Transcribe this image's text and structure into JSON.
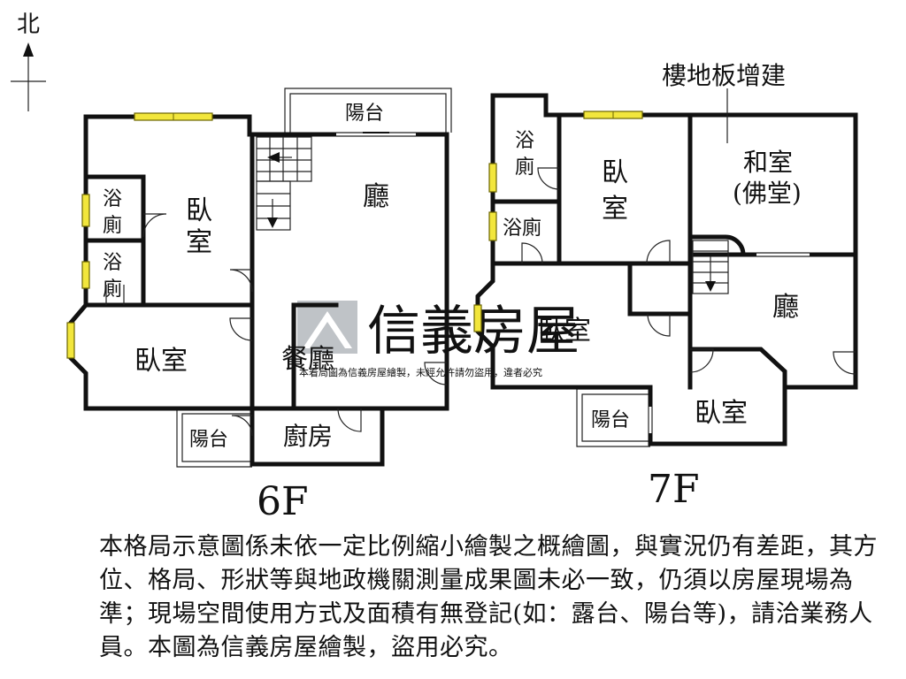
{
  "compass": {
    "label": "北"
  },
  "floors": {
    "f6": {
      "label": "6F",
      "rooms": {
        "bath1": [
          "浴",
          "廁"
        ],
        "bath2": [
          "浴",
          "廁"
        ],
        "bedroom_upper": [
          "臥",
          "室"
        ],
        "bedroom_lower": "臥室",
        "balcony_top": "陽台",
        "living": "廳",
        "dining": "餐廳",
        "balcony_bottom": "陽台",
        "kitchen": "廚房"
      }
    },
    "f7": {
      "label": "7F",
      "annotation": "樓地板增建",
      "rooms": {
        "bath1": [
          "浴",
          "廁"
        ],
        "bath2": "浴廁",
        "bedroom_top": [
          "臥",
          "室"
        ],
        "washitsu": [
          "和室",
          "(佛堂)"
        ],
        "bedroom_mid": "臥室",
        "living": "廳",
        "balcony": "陽台",
        "bedroom_bottom": "臥室"
      }
    }
  },
  "watermark": {
    "brand": "信義房屋",
    "caption": "本着局圖為信義房屋繪製，未經允許請勿盜用，違者必究"
  },
  "disclaimer": "本格局示意圖係未依一定比例縮小繪製之概繪圖，與實況仍有差距，其方位、格局、形狀等與地政機關測量成果圖未必一致，仍須以房屋現場為準；現場空間使用方式及面積有無登記(如：露台、陽台等)，請洽業務人員。本圖為信義房屋繪製，盜用必究。"
}
